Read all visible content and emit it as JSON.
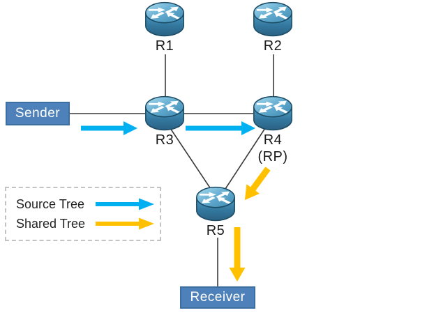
{
  "nodes": {
    "r1": {
      "label": "R1"
    },
    "r2": {
      "label": "R2"
    },
    "r3": {
      "label": "R3"
    },
    "r4": {
      "label": "R4",
      "role": "(RP)"
    },
    "r5": {
      "label": "R5"
    }
  },
  "hosts": {
    "sender": {
      "label": "Sender"
    },
    "receiver": {
      "label": "Receiver"
    }
  },
  "links": [
    "Sender-R3",
    "R1-R3",
    "R2-R4",
    "R3-R4",
    "R3-R5",
    "R4-R5",
    "R5-Receiver"
  ],
  "flows": {
    "source_tree": [
      "Sender-R3",
      "R3-R4"
    ],
    "shared_tree": [
      "R4-R5",
      "R5-Receiver"
    ]
  },
  "legend": {
    "items": [
      {
        "label": "Source Tree",
        "color": "#00b0f0"
      },
      {
        "label": "Shared Tree",
        "color": "#ffc000"
      }
    ]
  },
  "colors": {
    "source_tree": "#00b0f0",
    "shared_tree": "#ffc000",
    "host_box": "#4e81b9",
    "host_box_border": "#3c6fa0",
    "link_line": "#3a3a3a",
    "router_top": "#62abd0",
    "router_body": "#34789f",
    "router_outline": "#1b4a63"
  }
}
